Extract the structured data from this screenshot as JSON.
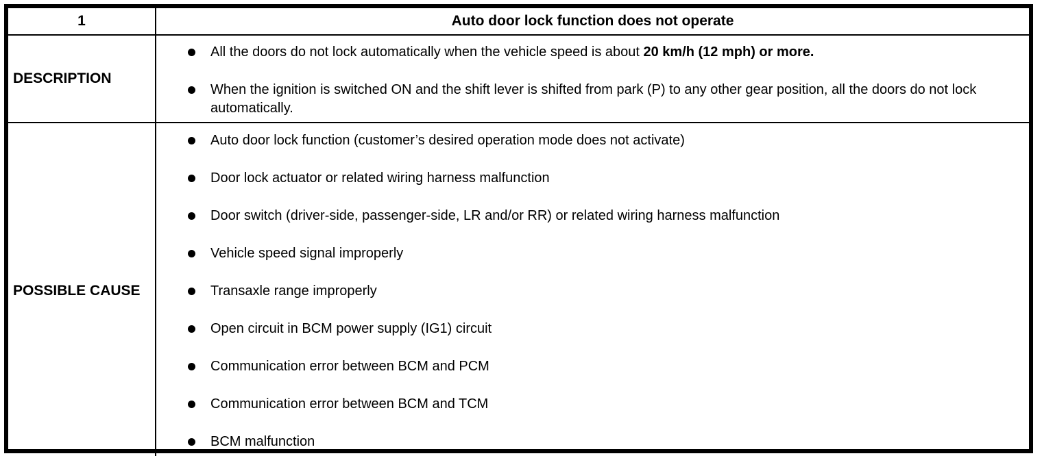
{
  "page": {
    "background_color": "#ffffff",
    "border_color": "#000000"
  },
  "table": {
    "header": {
      "index": "1",
      "title": "Auto door lock function does not operate"
    },
    "rows": [
      {
        "label": "DESCRIPTION",
        "bullets": [
          {
            "segments": [
              {
                "text": "All the doors do not lock automatically when the vehicle speed is about ",
                "bold": false
              },
              {
                "text": "20 km/h (12 mph) or more.",
                "bold": true
              }
            ]
          },
          {
            "segments": [
              {
                "text": "When the ignition is switched ON and the shift lever is shifted from park (P) to any other gear position, all the doors do not lock automatically.",
                "bold": false
              }
            ]
          }
        ]
      },
      {
        "label": "POSSIBLE CAUSE",
        "bullets": [
          {
            "segments": [
              {
                "text": "Auto door lock function (customer’s desired operation mode does not activate)",
                "bold": false
              }
            ]
          },
          {
            "segments": [
              {
                "text": "Door lock actuator or related wiring harness malfunction",
                "bold": false
              }
            ]
          },
          {
            "segments": [
              {
                "text": "Door switch (driver-side, passenger-side, LR and/or RR) or related wiring harness malfunction",
                "bold": false
              }
            ]
          },
          {
            "segments": [
              {
                "text": "Vehicle speed signal improperly",
                "bold": false
              }
            ]
          },
          {
            "segments": [
              {
                "text": "Transaxle range improperly",
                "bold": false
              }
            ]
          },
          {
            "segments": [
              {
                "text": "Open circuit in BCM power supply (IG1) circuit",
                "bold": false
              }
            ]
          },
          {
            "segments": [
              {
                "text": "Communication error between BCM and PCM",
                "bold": false
              }
            ]
          },
          {
            "segments": [
              {
                "text": "Communication error between BCM and TCM",
                "bold": false
              }
            ]
          },
          {
            "segments": [
              {
                "text": "BCM malfunction",
                "bold": false
              }
            ]
          }
        ]
      }
    ]
  }
}
